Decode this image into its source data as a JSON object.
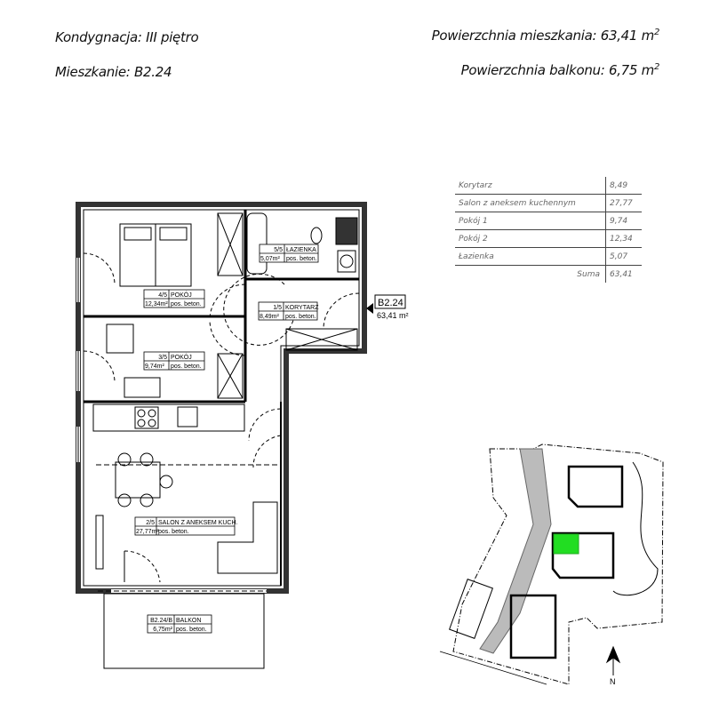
{
  "header": {
    "floor": "Kondygnacja: III piętro",
    "apartment": "Mieszkanie: B2.24",
    "area_apartment": "Powierzchnia mieszkania: 63,41 m",
    "area_balcony": "Powierzchnia balkonu: 6,75 m",
    "sup": "2"
  },
  "rooms_table": [
    {
      "name": "Korytarz",
      "area": "8,49"
    },
    {
      "name": "Salon z aneksem kuchennym",
      "area": "27,77"
    },
    {
      "name": "Pokój 1",
      "area": "9,74"
    },
    {
      "name": "Pokój 2",
      "area": "12,34"
    },
    {
      "name": "Łazienka",
      "area": "5,07"
    }
  ],
  "sum": {
    "label": "Suma",
    "value": "63,41"
  },
  "plan": {
    "rooms": [
      {
        "no": "4/5",
        "name": "POKÓJ",
        "area": "12,34m²",
        "floor": "pos. beton."
      },
      {
        "no": "3/5",
        "name": "POKÓJ",
        "area": "9,74m²",
        "floor": "pos. beton."
      },
      {
        "no": "5/5",
        "name": "ŁAZIENKA",
        "area": "5,07m²",
        "floor": "pos. beton."
      },
      {
        "no": "1/5",
        "name": "KORYTARZ",
        "area": "8,49m²",
        "floor": "pos. beton."
      },
      {
        "no": "2/5",
        "name": "SALON Z ANEKSEM KUCH.",
        "area": "27,77m²",
        "floor": "pos. beton."
      },
      {
        "no": "B2.24/B",
        "name": "BALKON",
        "area": "6,75m²",
        "floor": "pos. beton."
      }
    ],
    "entry_tag": "B2.24",
    "entry_area": "63,41 m²"
  },
  "site_plan": {
    "north": "N",
    "highlight_color": "#22dd22"
  }
}
